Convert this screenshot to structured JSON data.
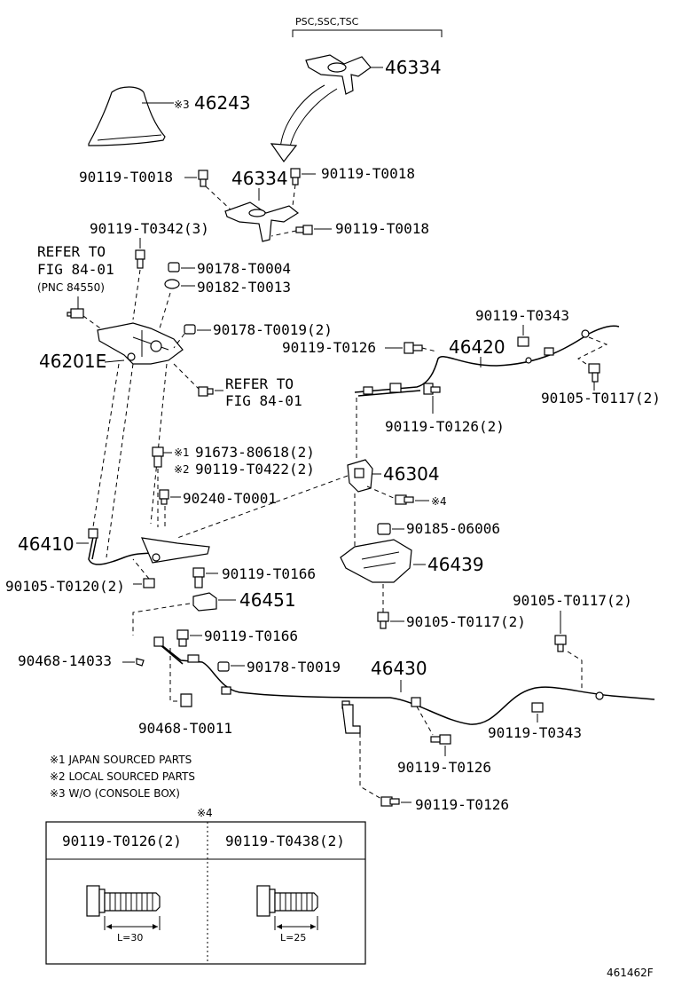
{
  "header": {
    "variant_label": "PSC,SSC,TSC"
  },
  "labels": {
    "p46334_top": "46334",
    "p46243_mark": "※3",
    "p46243": "46243",
    "p90119_T0018_a": "90119-T0018",
    "p46334": "46334",
    "p90119_T0018_b": "90119-T0018",
    "p90119_T0342": "90119-T0342(3)",
    "p90119_T0018_c": "90119-T0018",
    "refer1_line1": "REFER TO",
    "refer1_line2": "FIG 84-01",
    "refer1_line3": "(PNC 84550)",
    "p90178_T0004": "90178-T0004",
    "p90182_T0013": "90182-T0013",
    "p90178_T0019_2": "90178-T0019(2)",
    "p46201E": "46201E",
    "refer2_line1": "REFER TO",
    "refer2_line2": "FIG 84-01",
    "p90119_T0343_a": "90119-T0343",
    "p90119_T0126_a": "90119-T0126",
    "p46420": "46420",
    "p90105_T0117_a": "90105-T0117(2)",
    "p90119_T0126_2": "90119-T0126(2)",
    "mark1": "※1",
    "p91673": "91673-80618(2)",
    "mark2": "※2",
    "p90119_T0422": "90119-T0422(2)",
    "p46304": "46304",
    "mark4": "※4",
    "p90240": "90240-T0001",
    "p90185": "90185-06006",
    "p46410": "46410",
    "p46439": "46439",
    "p90119_T0166_a": "90119-T0166",
    "p90105_T0120": "90105-T0120(2)",
    "p46451": "46451",
    "p90105_T0117_b": "90105-T0117(2)",
    "p90105_T0117_c": "90105-T0117(2)",
    "p90119_T0166_b": "90119-T0166",
    "p90468_14033": "90468-14033",
    "p90178_T0019": "90178-T0019",
    "p46430": "46430",
    "p90468_T0011": "90468-T0011",
    "p90119_T0343_b": "90119-T0343",
    "p90119_T0126_b": "90119-T0126",
    "p90119_T0126_c": "90119-T0126"
  },
  "notes": [
    "※1  JAPAN SOURCED PARTS",
    "※2  LOCAL SOURCED PARTS",
    "※3 W/O (CONSOLE BOX)"
  ],
  "table": {
    "mark": "※4",
    "col1": {
      "header": "90119-T0126(2)",
      "length": "L=30"
    },
    "col2": {
      "header": "90119-T0438(2)",
      "length": "L=25"
    }
  },
  "figure_id": "461462F"
}
